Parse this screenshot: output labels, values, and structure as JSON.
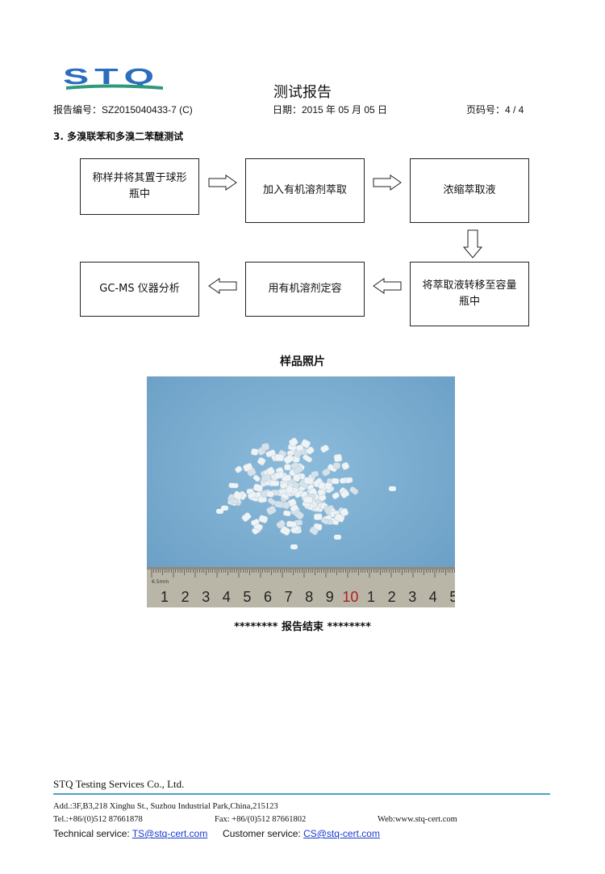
{
  "header": {
    "logo_text": "STQ",
    "title": "测试报告",
    "report_no": "报告编号：SZ2015040433-7 (C)",
    "date": "日期：2015 年 05 月 05 日",
    "page": "页码号：4 / 4"
  },
  "section_title": "3.  多溴联苯和多溴二苯醚测试",
  "flow": {
    "step1": "称样并将其置于球形瓶中",
    "step2": "加入有机溶剂萃取",
    "step3": "浓缩萃取液",
    "step4": "将萃取液转移至容量瓶中",
    "step5": "用有机溶剂定容",
    "step6": "GC-MS  仪器分析"
  },
  "photo": {
    "title": "样品照片",
    "ruler_numbers": [
      "1",
      "2",
      "3",
      "4",
      "5",
      "6",
      "7",
      "8",
      "9",
      "10",
      "1",
      "2",
      "3",
      "4",
      "5"
    ],
    "ruler_mm_label": "6.5mm"
  },
  "end_text": "********  报告结束  ********",
  "footer": {
    "company": "STQ Testing Services Co., Ltd.",
    "address": "Add.:3F,B3,218 Xinghu St., Suzhou Industrial Park,China,215123",
    "tel": "Tel.:+86/(0)512 87661878",
    "fax": "Fax: +86/(0)512 87661802",
    "web": "Web:www.stq-cert.com",
    "tech_label": "Technical service: ",
    "tech_email": "TS@stq-cert.com",
    "cust_label": "Customer service: ",
    "cust_email": "CS@stq-cert.com"
  },
  "colors": {
    "logo_blue": "#2a6ebd",
    "logo_green": "#2e9a7a",
    "footer_rule": "#4da1c7",
    "photo_bg": "#7fb1d3",
    "link": "#1a3bd1"
  }
}
